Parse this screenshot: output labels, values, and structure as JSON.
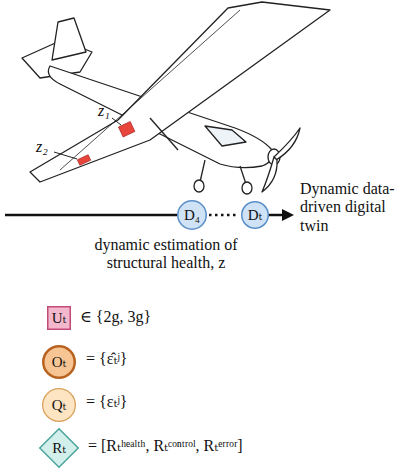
{
  "diagram": {
    "nodes": [
      {
        "text": [
          "D₄"
        ]
      },
      {
        "text": [
          "Dₜ"
        ]
      },
      {
        "text": [
          "Uₜ"
        ]
      },
      {
        "text": [
          "Oₜ"
        ]
      },
      {
        "text": [
          "Qₜ"
        ]
      },
      {
        "text": [
          "Rₜ"
        ]
      }
    ],
    "edges": [
      {
        "from": 0,
        "to": 1,
        "arrow": "none"
      }
    ],
    "labels": [
      "z₁",
      "z₂",
      "Dynamic data-driven digital twin",
      "dynamic estimation of structural health, z",
      "∈ {2g, 3g}",
      "= {ε̂ₜʲ}",
      "= {εₜʲ}",
      "= [Rₜʰᵉᵃˡᵗʰ, Rₜᶜᵒⁿᵗʳᵒˡ, Rₜᵉʳʳᵒʳ]"
    ]
  }
}
